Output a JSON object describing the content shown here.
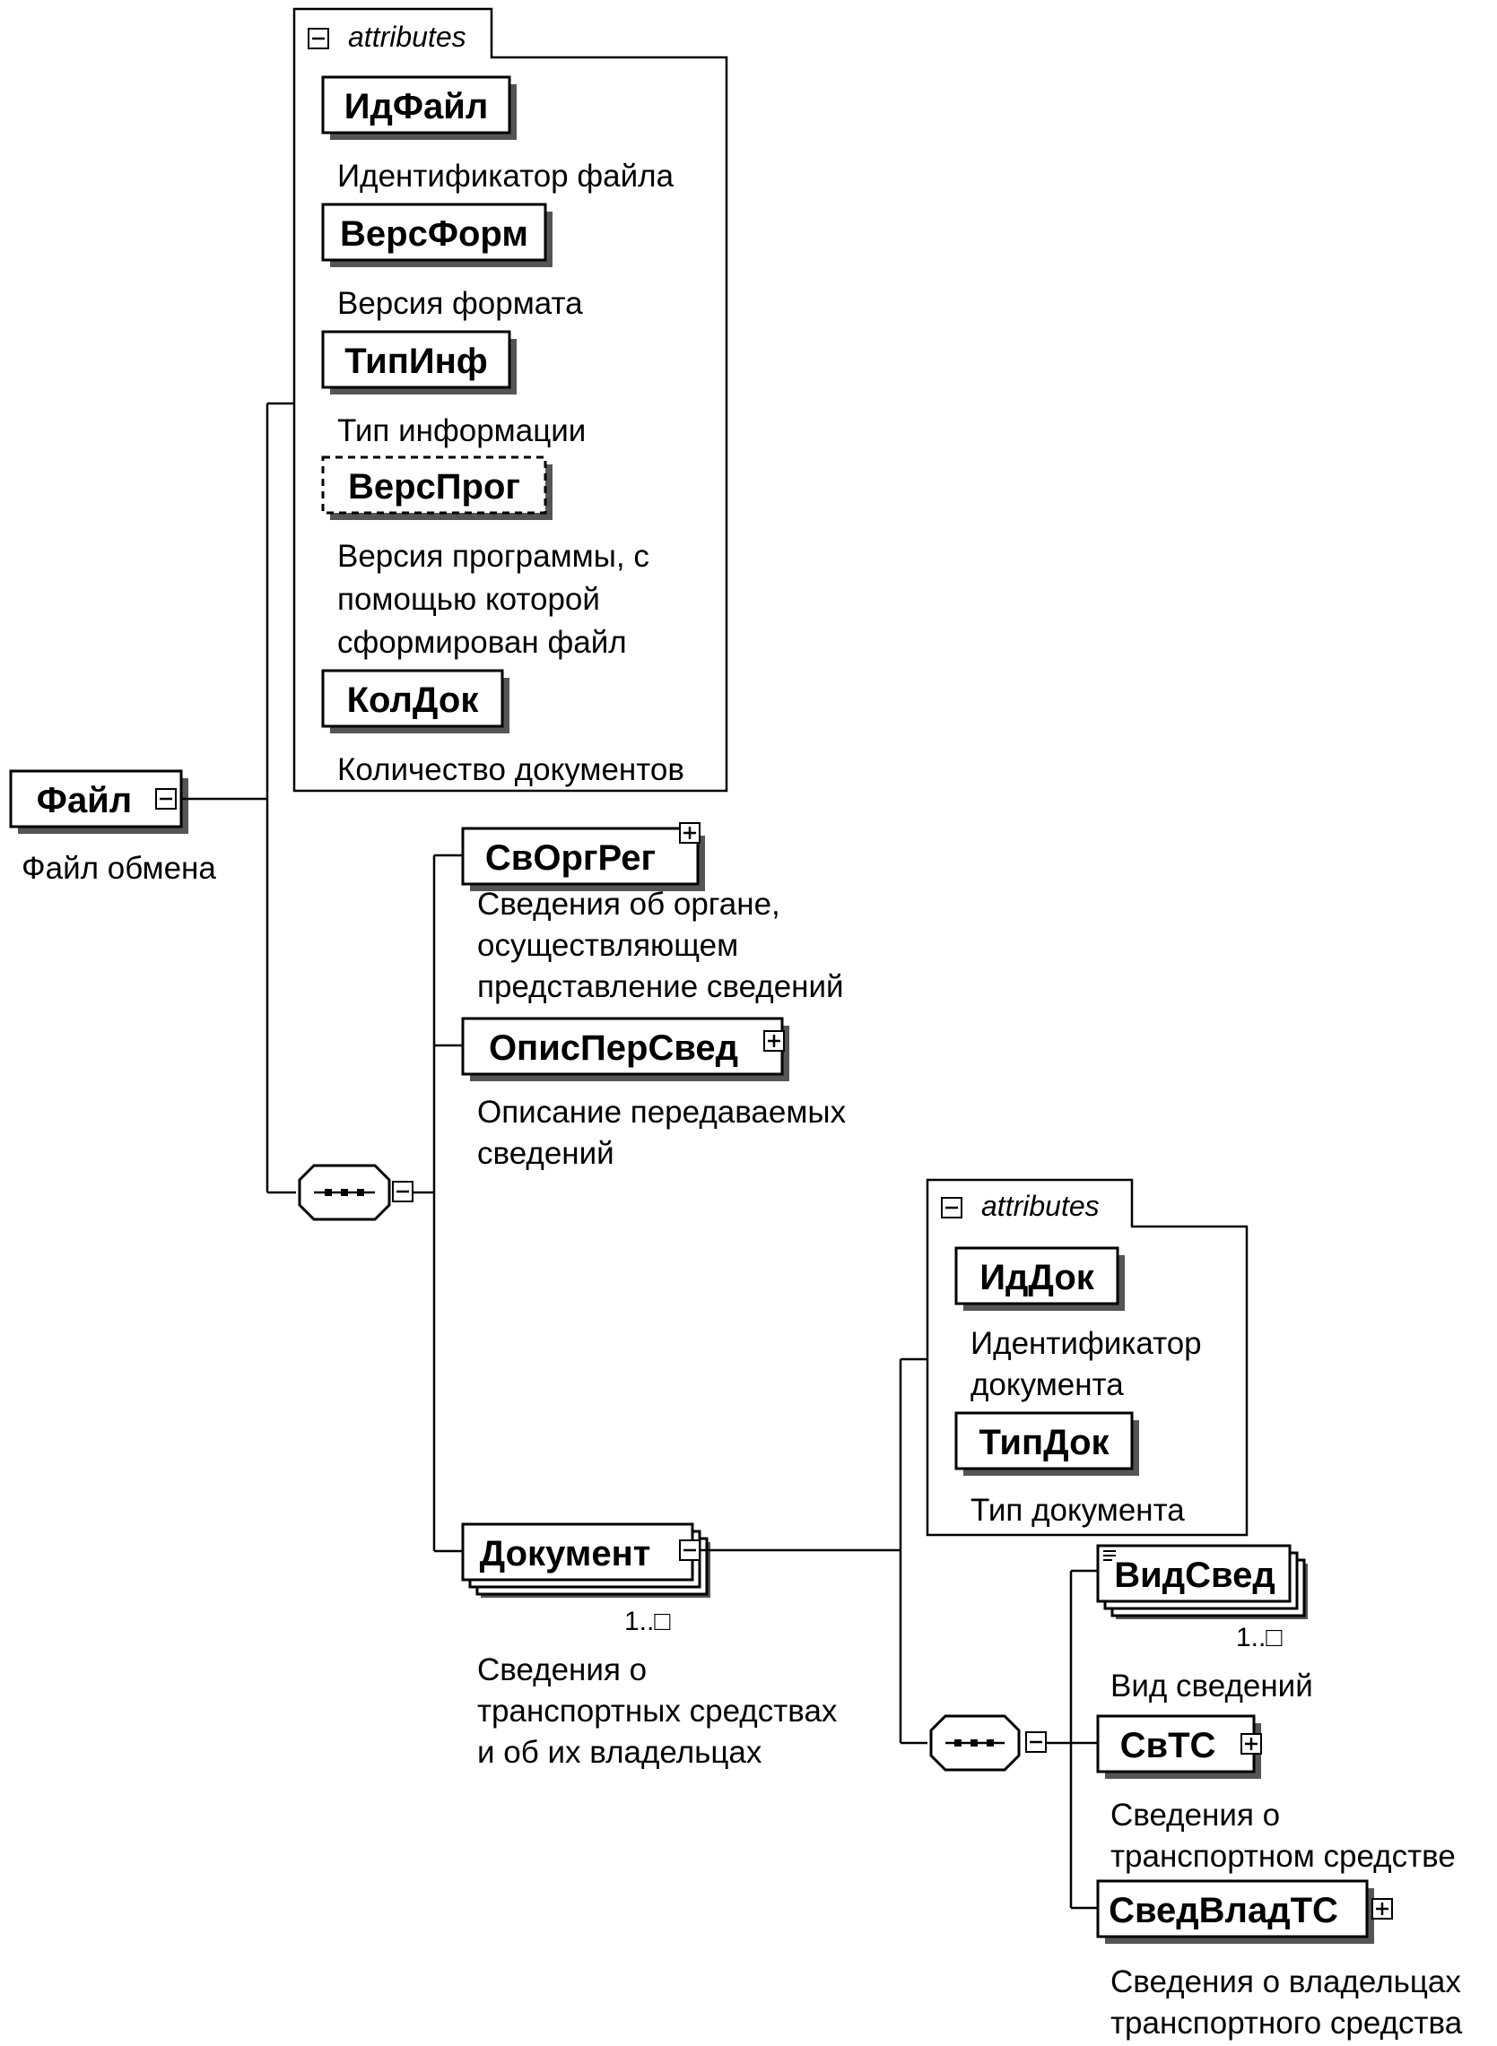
{
  "root": {
    "name": "Файл",
    "desc": "Файл обмена"
  },
  "attributes1": {
    "title": "attributes",
    "items": [
      {
        "name": "ИдФайл",
        "desc": [
          "Идентификатор файла"
        ]
      },
      {
        "name": "ВерсФорм",
        "desc": [
          "Версия формата"
        ]
      },
      {
        "name": "ТипИнф",
        "desc": [
          "Тип информации"
        ]
      },
      {
        "name": "ВерсПрог",
        "desc": [
          "Версия программы, с",
          "помощью которой",
          "сформирован файл"
        ]
      },
      {
        "name": "КолДок",
        "desc": [
          "Количество документов"
        ]
      }
    ]
  },
  "svorgreg": {
    "name": "СвОргРег",
    "desc": [
      "Сведения об органе,",
      "осуществляющем",
      "представление сведений"
    ]
  },
  "opispersved": {
    "name": "ОписПерСвед",
    "desc": [
      "Описание передаваемых",
      "сведений"
    ]
  },
  "dokument": {
    "name": "Документ",
    "occurs": "1..□",
    "desc": [
      "Сведения о",
      "транспортных средствах",
      "и об их владельцах"
    ]
  },
  "attributes2": {
    "title": "attributes",
    "items": [
      {
        "name": "ИдДок",
        "desc": [
          "Идентификатор",
          "документа"
        ]
      },
      {
        "name": "ТипДок",
        "desc": [
          "Тип документа"
        ]
      }
    ]
  },
  "vidsved": {
    "name": "ВидСвед",
    "occurs": "1..□",
    "desc": [
      "Вид сведений"
    ]
  },
  "svts": {
    "name": "СвТС",
    "desc": [
      "Сведения о",
      "транспортном средстве"
    ]
  },
  "svedvladts": {
    "name": "СведВладТС",
    "desc": [
      "Сведения о владельцах",
      "транспортного средства"
    ]
  }
}
